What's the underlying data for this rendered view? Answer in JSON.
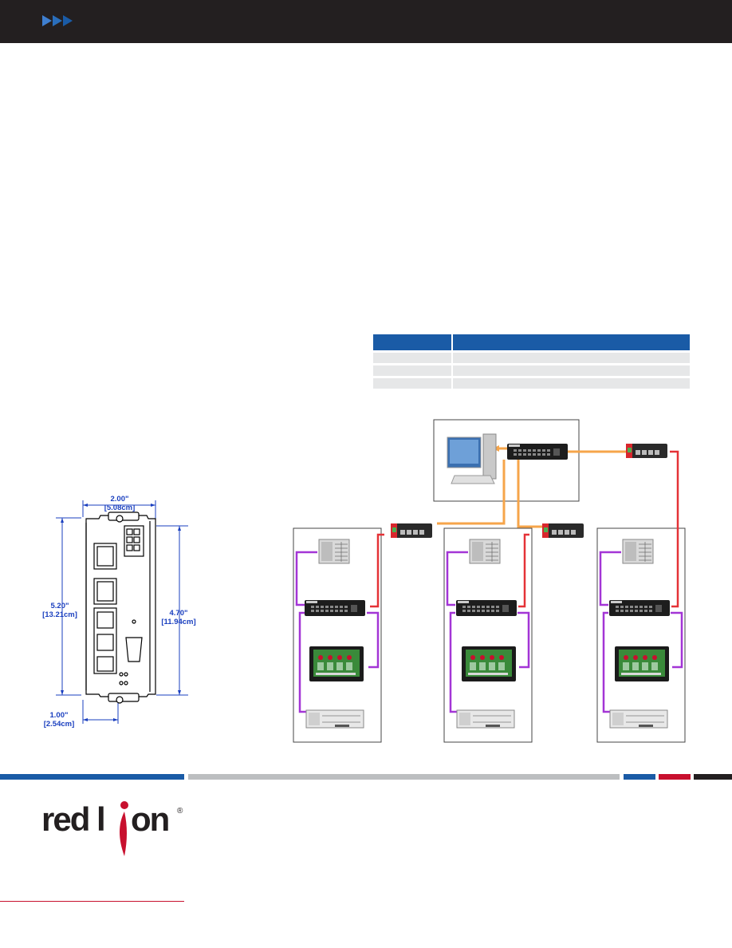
{
  "dimensions": {
    "width_label": "2.00\"",
    "width_label_cm": "[5.08cm]",
    "height_label": "5.20\"",
    "height_label_cm": "[13.21cm]",
    "depth_label": "4.70\"",
    "depth_label_cm": "[11.94cm]",
    "mount_label": "1.00\"",
    "mount_label_cm": "[2.54cm]"
  },
  "logo": {
    "text": "red lion",
    "mark": "®"
  },
  "colors": {
    "header": "#231f20",
    "accent_blue": "#1a5ba6",
    "dimension_blue": "#1a3fbf",
    "brand_red": "#c8102e",
    "fiber_orange": "#f6a54a",
    "link_red": "#e53237",
    "link_purple": "#a335d6"
  }
}
